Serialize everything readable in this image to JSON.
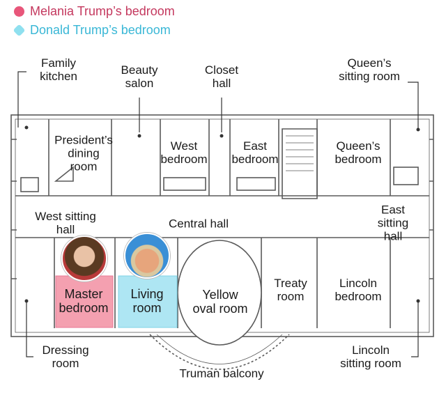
{
  "legend": [
    {
      "label": "Melania Trump’s bedroom",
      "color": "#e8567a",
      "text_color": "#c4385e",
      "icon": "circle-icon"
    },
    {
      "label": "Donald Trump’s bedroom",
      "color": "#8fe0ef",
      "text_color": "#39b7d6",
      "icon": "hexagon-icon"
    }
  ],
  "colors": {
    "wall": "#5a5a5a",
    "master_fill": "#f4a0b0",
    "living_fill": "#aee6f3",
    "melania_bg": "#b83a3a",
    "donald_bg": "#3a8fd6"
  },
  "labels": {
    "family_kitchen": "Family\nkitchen",
    "beauty_salon": "Beauty\nsalon",
    "closet_hall": "Closet\nhall",
    "queens_sitting_room": "Queen’s\nsitting room",
    "presidents_dining_room": "President’s\ndining\nroom",
    "west_bedroom": "West\nbedroom",
    "east_bedroom": "East\nbedroom",
    "queens_bedroom": "Queen’s\nbedroom",
    "west_sitting_hall": "West sitting\nhall",
    "central_hall": "Central hall",
    "east_sitting_hall": "East sitting\nhall",
    "master_bedroom": "Master\nbedroom",
    "living_room": "Living\nroom",
    "yellow_oval_room": "Yellow\noval room",
    "treaty_room": "Treaty\nroom",
    "lincoln_bedroom": "Lincoln\nbedroom",
    "dressing_room": "Dressing\nroom",
    "lincoln_sitting_room": "Lincoln\nsitting room",
    "truman_balcony": "Truman balcony"
  }
}
